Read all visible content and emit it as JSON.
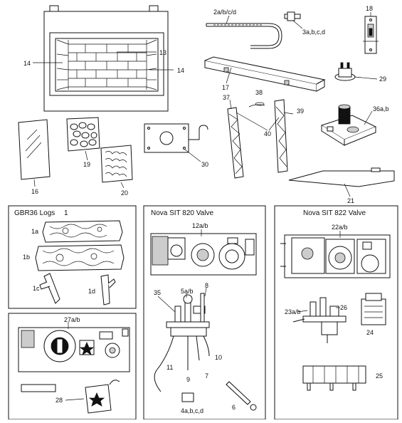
{
  "parts": {
    "p14a": "14",
    "p13": "13",
    "p14b": "14",
    "p2": "2a/b/c/d",
    "p3": "3a,b,c,d",
    "p18": "18",
    "p17": "17",
    "p29": "29",
    "p37": "37",
    "p38": "38",
    "p39": "39",
    "p40": "40",
    "p36": "36a,b",
    "p16": "16",
    "p19": "19",
    "p20": "20",
    "p30": "30",
    "p21": "21"
  },
  "logs_panel": {
    "title": "GBR36 Logs",
    "num": "1",
    "p1a": "1a",
    "p1b": "1b",
    "p1c": "1c",
    "p1d": "1d"
  },
  "sit820_panel": {
    "title": "Nova SIT 820 Valve",
    "p12": "12a/b",
    "p35": "35",
    "p5": "5a/b",
    "p8": "8",
    "p10": "10",
    "p11": "11",
    "p9": "9",
    "p7": "7",
    "p6": "6",
    "p4": "4a,b,c,d"
  },
  "sit822_panel": {
    "title": "Nova SIT 822 Valve",
    "p22": "22a/b",
    "p23": "23a/b",
    "p26": "26",
    "p24": "24",
    "p25": "25"
  },
  "panel27": {
    "p27": "27a/b",
    "p28": "28"
  }
}
